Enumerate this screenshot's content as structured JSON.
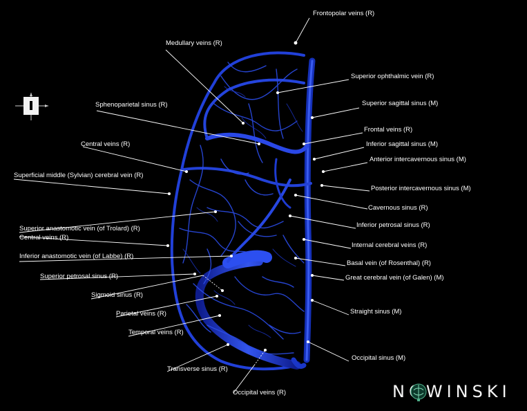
{
  "labels": {
    "frontopolar": "Frontopolar veins (R)",
    "medullary": "Medullary veins (R)",
    "sup_ophthalmic": "Superior ophthalmic vein (R)",
    "sup_sagittal": "Superior sagittal sinus (M)",
    "sphenoparietal": "Sphenoparietal sinus (R)",
    "frontal": "Frontal veins (R)",
    "central1": "Central veins (R)",
    "inf_sagittal": "Inferior sagittal sinus (M)",
    "ant_intercav": "Anterior intercavernous sinus (M)",
    "sylvian": "Superficial middle (Sylvian) cerebral vein (R)",
    "post_intercav": "Posterior intercavernous sinus (M)",
    "cavernous": "Cavernous sinus (R)",
    "trolard": "Superior anastomotic vein (of Trolard) (R)",
    "inf_petrosal": "Inferior petrosal sinus (R)",
    "central2": "Central veins (R)",
    "int_cerebral": "Internal cerebral veins (R)",
    "labbe": "Inferior anastomotic vein (of Labbe) (R)",
    "basal": "Basal vein (of Rosenthal) (R)",
    "sup_petrosal": "Superior petrosal sinus (R)",
    "galen": "Great cerebral vein (of Galen) (M)",
    "sigmoid": "Sigmoid sinus (R)",
    "straight": "Straight sinus (M)",
    "parietal": "Parietal veins (R)",
    "temporal": "Temporal veins (R)",
    "occipital_sinus": "Occipital sinus (M)",
    "transverse": "Transverse sinus (R)",
    "occipital_veins": "Occipital veins (R)"
  },
  "nav_widget_icon": "orientation-cube-icon",
  "watermark": "NOWINSKI",
  "colors": {
    "background": "#000000",
    "vessel": "#2a4fe0",
    "vessel_dark": "#0d1f8a",
    "leader": "#ffffff"
  }
}
